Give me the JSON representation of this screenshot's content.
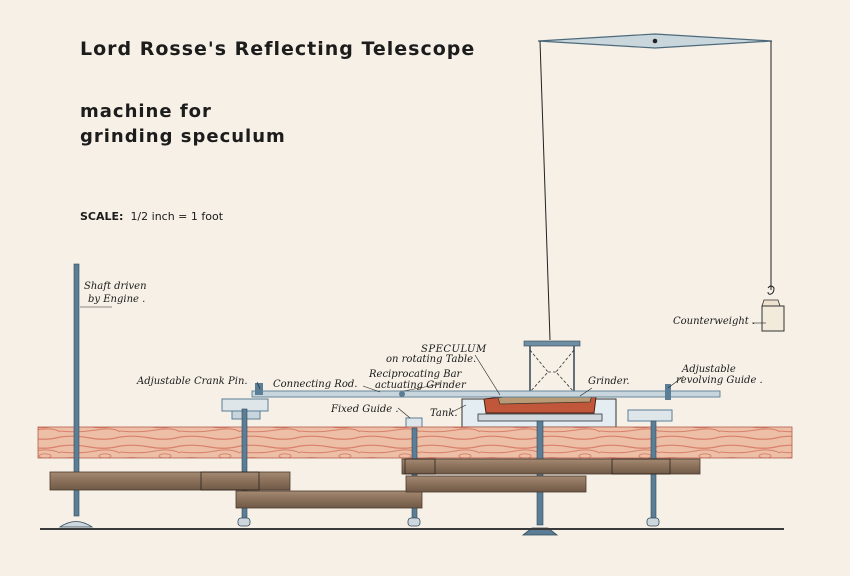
{
  "title": "Lord Rosse's Reflecting Telescope",
  "subtitle_line1": "machine for",
  "subtitle_line2": "grinding speculum",
  "scale": {
    "prefix": "SCALE:",
    "value": "1/2 inch = 1 foot"
  },
  "labels": {
    "shaft_line1": "Shaft driven",
    "shaft_line2": "by Engine .",
    "counterweight": "Counterweight .",
    "speculum_line1": "SPECULUM",
    "speculum_line2": "on rotating Table.",
    "recip_line1": "Reciprocating Bar",
    "recip_line2": "actuating Grinder",
    "crank_pin": "Adjustable Crank Pin.",
    "connecting_rod": "Connecting Rod.",
    "grinder": "Grinder.",
    "guide_line1": "Adjustable",
    "guide_line2": "revolving Guide .",
    "fixed_guide": "Fixed Guide .",
    "tank": "Tank."
  },
  "colors": {
    "paper": "#f6f0e6",
    "wood_beam": "#ecbfa6",
    "wood_grain": "#d9806b",
    "metal": "#5b7e96",
    "pulley_wood": "#8d7560",
    "speculum": "#c0573a",
    "tank_water": "#e4eef2",
    "ink": "#1a1a1a"
  }
}
